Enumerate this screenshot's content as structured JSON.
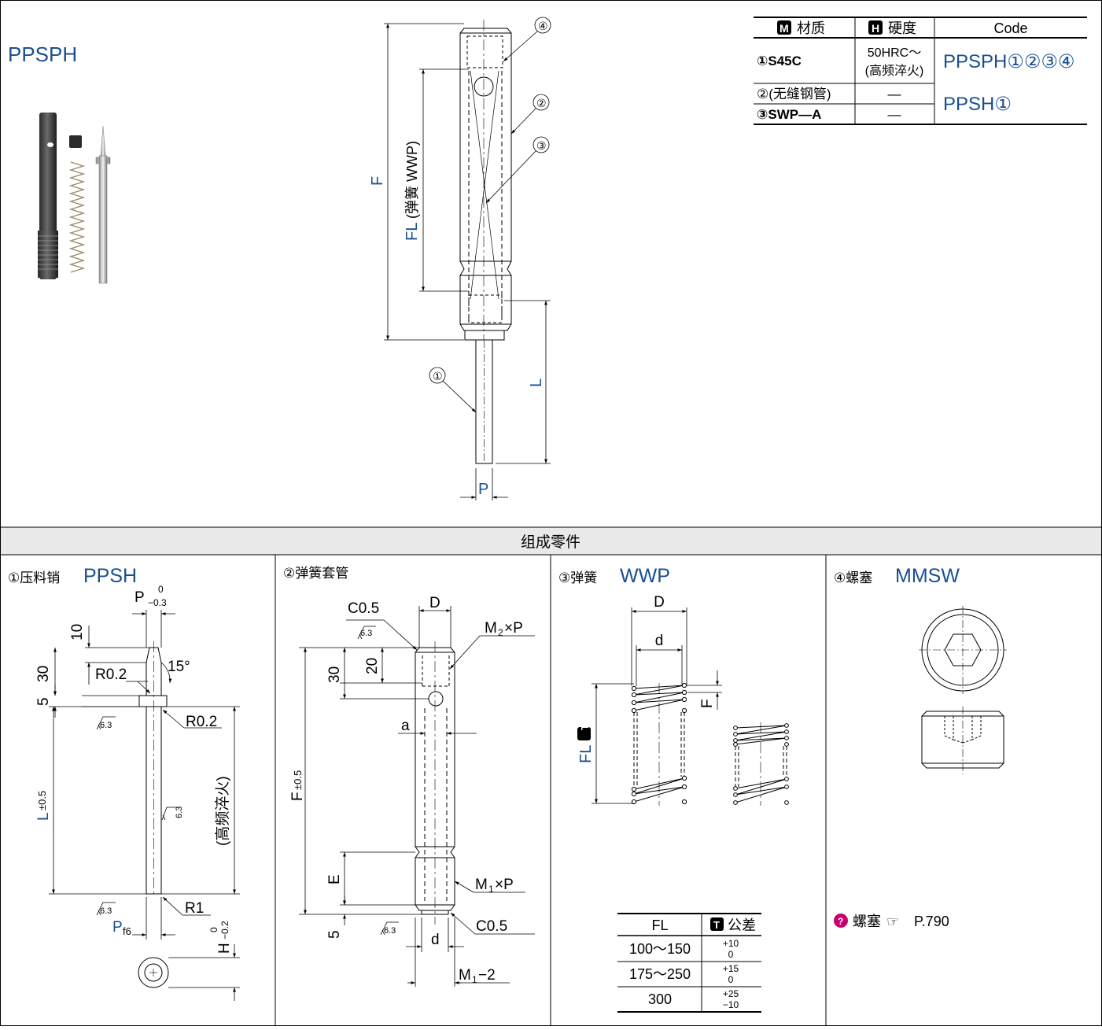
{
  "header": {
    "product": "PPSPH"
  },
  "spec_table": {
    "headers": {
      "material": "材质",
      "material_badge": "M",
      "hardness": "硬度",
      "hardness_badge": "H",
      "code": "Code"
    },
    "rows": [
      {
        "material": "①S45C",
        "hardness_line1": "50HRC～",
        "hardness_line2": "(高频淬火)"
      },
      {
        "material": "②(无缝钢管)",
        "hardness": "—"
      },
      {
        "material": "③SWP—A",
        "hardness": "—"
      }
    ],
    "codes": [
      "PPSPH①②③④",
      "PPSH①"
    ]
  },
  "main_drawing": {
    "callouts": [
      "①",
      "②",
      "③",
      "④"
    ],
    "dims": {
      "F": "F",
      "FL": "FL",
      "FL_note": "(弹簧 WWP)",
      "L": "L",
      "P": "P"
    }
  },
  "section_title": "组成零件",
  "panels": [
    {
      "index": "①压料销",
      "code": "PPSH",
      "labels": {
        "P": "P",
        "P_tol_upper": "0",
        "P_tol_lower": "−0.3",
        "d10": "10",
        "d30": "30",
        "d5": "5",
        "r02a": "R0.2",
        "r02b": "R0.2",
        "angle": "15°",
        "roughness": "6.3",
        "L": "L",
        "L_tol": "±0.5",
        "hardening": "(高频淬火)",
        "R1": "R1",
        "Pf": "P",
        "Pf_sub": "f6",
        "H": "H",
        "H_tol_upper": "0",
        "H_tol_lower": "−0.2"
      }
    },
    {
      "index": "②弹簧套管",
      "code": "",
      "labels": {
        "C05a": "C0.5",
        "C05b": "C0.5",
        "D": "D",
        "M2P": "M",
        "M2P_sub": "2",
        "M2P_tail": "×P",
        "d30": "30",
        "d20": "20",
        "a": "a",
        "F": "F",
        "F_tol": "±0.5",
        "E": "E",
        "M1P": "M",
        "M1P_sub": "1",
        "M1P_tail": "×P",
        "d5": "5",
        "d": "d",
        "M1_2": "M",
        "M1_2_sub": "1",
        "M1_2_tail": "−2",
        "roughness": "6.3"
      }
    },
    {
      "index": "③弹簧",
      "code": "WWP",
      "labels": {
        "D": "D",
        "d": "d",
        "FL": "FL",
        "FL_badge": "T",
        "F": "F"
      },
      "tolerance_table": {
        "header_fl": "FL",
        "header_badge": "T",
        "header_tol": "公差",
        "rows": [
          {
            "fl": "100～150",
            "upper": "+10",
            "lower": "0"
          },
          {
            "fl": "175～250",
            "upper": "+15",
            "lower": "0"
          },
          {
            "fl": "300",
            "upper": "+25",
            "lower": "−10"
          }
        ]
      }
    },
    {
      "index": "④螺塞",
      "code": "MMSW",
      "note": {
        "text": "螺塞",
        "page": "P.790"
      }
    }
  ]
}
